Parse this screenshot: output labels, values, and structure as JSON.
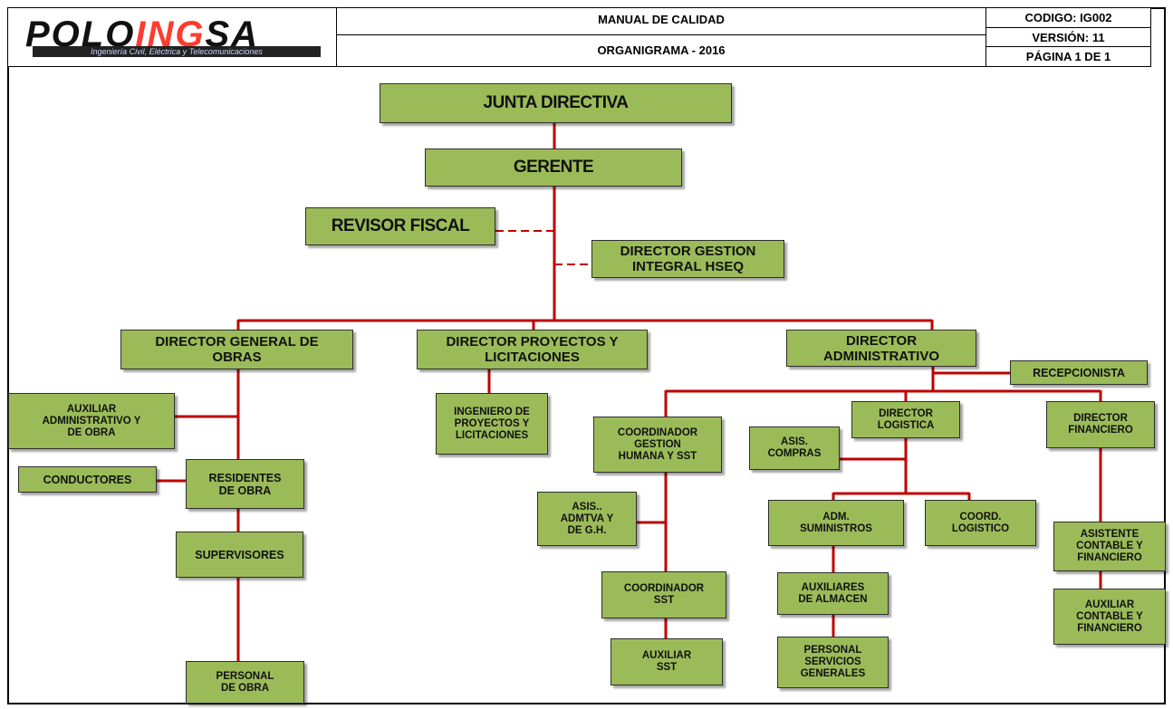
{
  "header": {
    "logo": {
      "brand_start": "POLO",
      "brand_accent": "ING",
      "brand_end": "SA",
      "tagline": "Ingeniería Civil, Eléctrica y Telecomunicaciones"
    },
    "manual": "MANUAL DE CALIDAD",
    "title": "ORGANIGRAMA - 2016",
    "codigo": "CODIGO:  IG002",
    "version": "VERSIÓN: 11",
    "pagina": "PÁGINA 1 DE 1"
  },
  "colors": {
    "box_fill": "#9bbb59",
    "connector": "#c00000"
  },
  "org": {
    "junta": "JUNTA DIRECTIVA",
    "gerente": "GERENTE",
    "revisor": "REVISOR FISCAL",
    "hseq": "DIRECTOR GESTION\nINTEGRAL  HSEQ",
    "dir_obras": "DIRECTOR GENERAL DE\nOBRAS",
    "dir_proyectos": "DIRECTOR PROYECTOS Y\nLICITACIONES",
    "dir_admin": "DIRECTOR\nADMINISTRATIVO",
    "recepcionista": "RECEPCIONISTA",
    "aux_admin_obra": "AUXILIAR\nADMINISTRATIVO Y\nDE OBRA",
    "conductores": "CONDUCTORES",
    "residentes": "RESIDENTES\nDE OBRA",
    "supervisores": "SUPERVISORES",
    "personal_obra": "PERSONAL\nDE OBRA",
    "ing_proyectos": "INGENIERO  DE\nPROYECTOS Y\nLICITACIONES",
    "coord_gh": "COORDINADOR\nGESTION\nHUMANA Y SST",
    "asis_admtva": "ASIS..\nADMTVA Y\nDE G.H.",
    "coord_sst": "COORDINADOR\nSST",
    "aux_sst": "AUXILIAR\nSST",
    "asis_compras": "ASIS.\nCOMPRAS",
    "dir_logistica": "DIRECTOR\nLOGISTICA",
    "adm_suministros": "ADM.\nSUMINISTROS",
    "coord_logistico": "COORD.\nLOGISTICO",
    "aux_almacen": "AUXILIARES\nDE ALMACEN",
    "personal_serv": "PERSONAL\nSERVICIOS\nGENERALES",
    "dir_financiero": "DIRECTOR\nFINANCIERO",
    "asis_contable": "ASISTENTE\nCONTABLE Y\nFINANCIERO",
    "aux_contable": "AUXILIAR\nCONTABLE Y\nFINANCIERO"
  }
}
